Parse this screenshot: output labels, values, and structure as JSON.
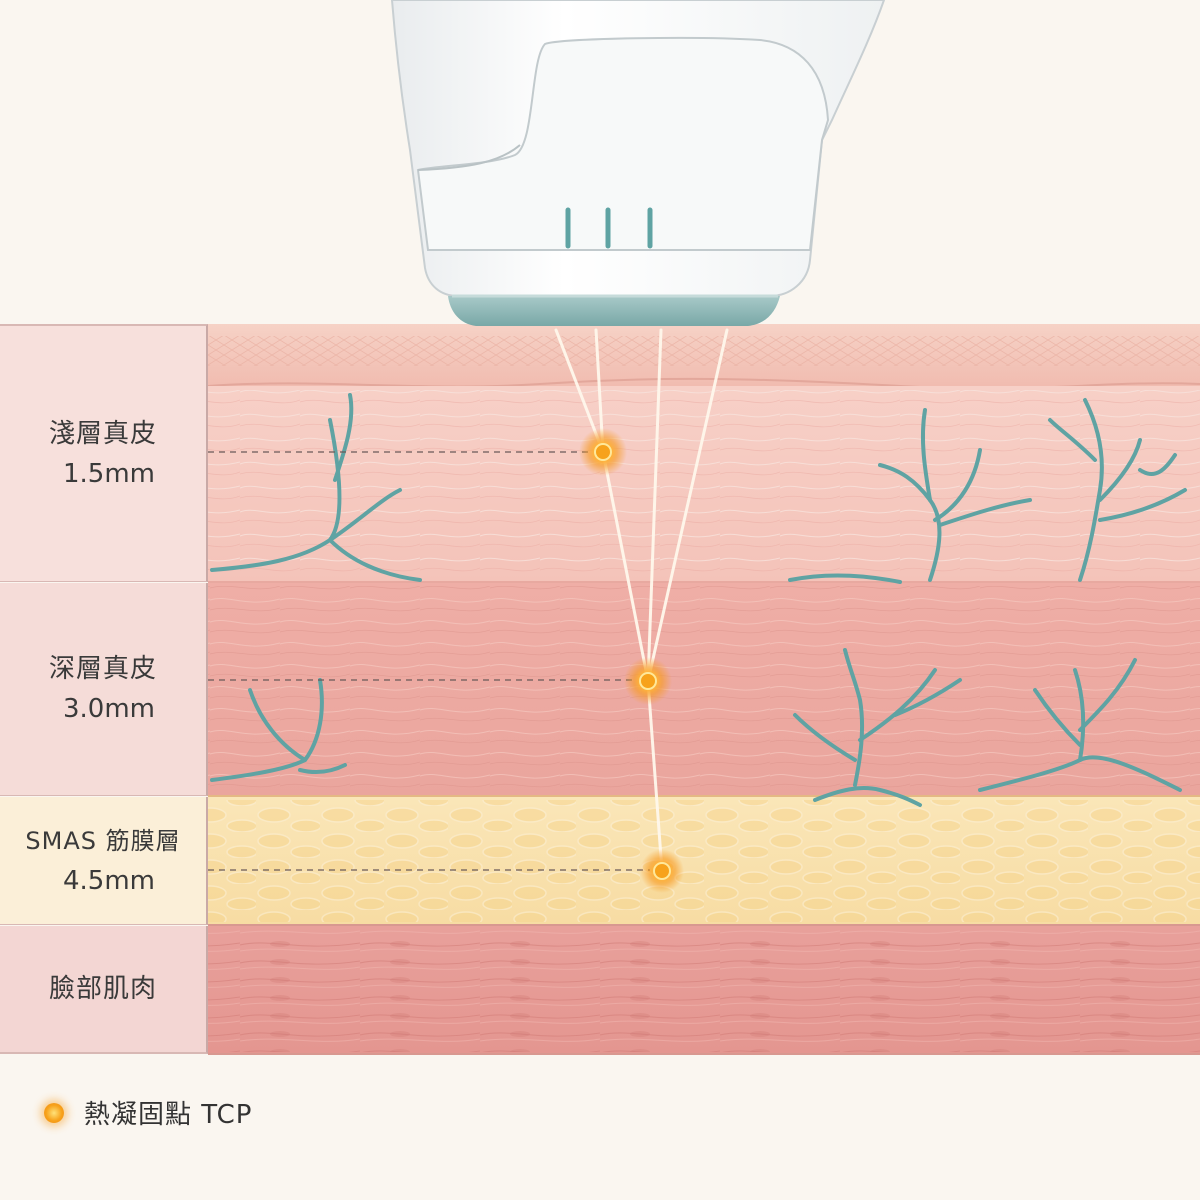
{
  "layers": [
    {
      "name": "淺層真皮",
      "depth": "1.5mm"
    },
    {
      "name": "深層真皮",
      "depth": "3.0mm"
    },
    {
      "name": "SMAS 筋膜層",
      "depth": "4.5mm"
    },
    {
      "name": "臉部肌肉",
      "depth": ""
    }
  ],
  "legend": {
    "label": "熱凝固點 TCP"
  },
  "colors": {
    "accent_teal": "#5fa3a3",
    "tcp_orange": "#f7a21b",
    "epidermis": "#f3c4b8",
    "dermis": "#f0b5ab",
    "fat": "#f8dca0",
    "muscle": "#e69b96"
  }
}
